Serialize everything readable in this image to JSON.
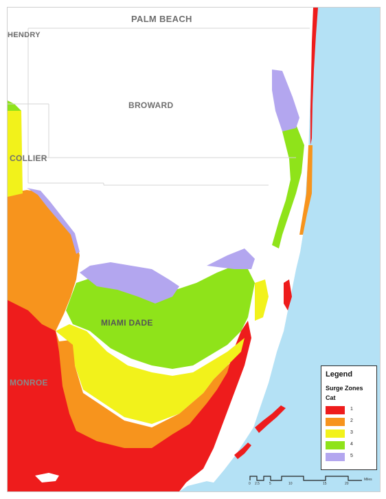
{
  "counties": {
    "palm_beach": "PALM BEACH",
    "hendry": "HENDRY",
    "broward": "BROWARD",
    "collier": "COLLIER",
    "miami_dade": "MIAMI DADE",
    "monroe": "MONROE"
  },
  "legend": {
    "title": "Legend",
    "subtitle": "Surge Zones",
    "field": "Cat",
    "items": [
      {
        "label": "1",
        "color": "#ee1c1c"
      },
      {
        "label": "2",
        "color": "#f7941d"
      },
      {
        "label": "3",
        "color": "#f2f21b"
      },
      {
        "label": "4",
        "color": "#8fe31a"
      },
      {
        "label": "5",
        "color": "#b3a6ef"
      }
    ]
  },
  "scale": {
    "ticks": [
      "0",
      "2.5",
      "5",
      "10",
      "15",
      "20"
    ],
    "units": "Miles"
  },
  "colors": {
    "ocean": "#b4e1f5",
    "land": "#ffffff",
    "county_line": "#d4d4d4",
    "county_label": "#6e6e6e"
  }
}
